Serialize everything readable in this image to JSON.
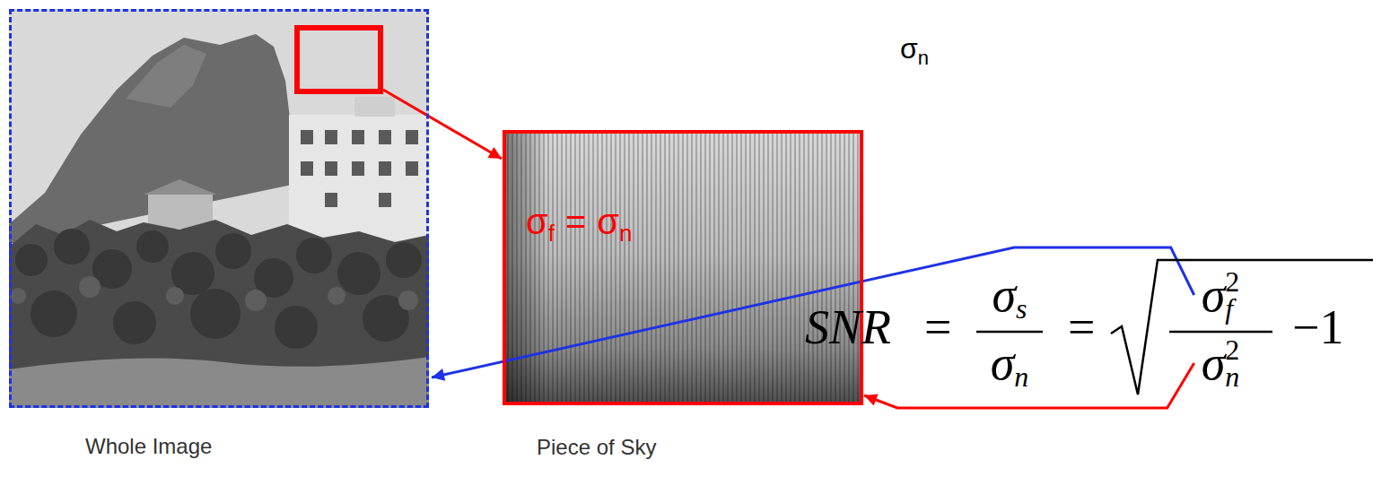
{
  "diagram": {
    "nodes": [
      {
        "text": [
          "Whole Image"
        ]
      },
      {
        "text": [
          "σ",
          "f",
          "=",
          "σ",
          "n",
          "Piece of Sky"
        ]
      }
    ],
    "labels": [
      "σ",
      "n",
      "SNR",
      "=",
      "σ",
      "s",
      "σ",
      "n",
      "=",
      "σ",
      "f",
      "2",
      "σ",
      "n",
      "2",
      "−1"
    ]
  }
}
